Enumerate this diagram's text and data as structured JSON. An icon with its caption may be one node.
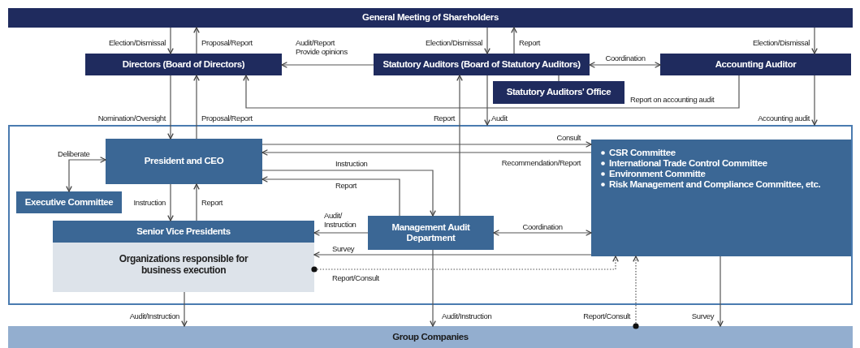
{
  "diagram": {
    "nodes": [
      {
        "text": [
          "General Meeting of Shareholders"
        ]
      },
      {
        "text": [
          "Directors (Board of Directors)"
        ]
      },
      {
        "text": [
          "Statutory Auditors (Board of Statutory Auditors)"
        ]
      },
      {
        "text": [
          "Statutory Auditors' Office"
        ]
      },
      {
        "text": [
          "Accounting Auditor"
        ]
      },
      {
        "text": [],
        "shape": "box"
      },
      {
        "text": [
          "President and CEO"
        ],
        "in": 5
      },
      {
        "text": [
          "Executive Committee"
        ],
        "in": 5
      },
      {
        "text": [
          "Senior Vice Presidents",
          "Organizations responsible for business execution"
        ],
        "in": 5
      },
      {
        "text": [
          "Management Audit Department"
        ],
        "in": 5
      },
      {
        "text": [
          "CSR Committee",
          "International Trade Control Committee",
          "Environment Committe",
          "Risk Management and Compliance Committee, etc."
        ],
        "in": 5
      },
      {
        "text": [
          "Group Companies"
        ]
      }
    ],
    "edges": [
      {
        "from": 0,
        "to": 1,
        "arrow": "to",
        "label": "Election/Dismissal"
      },
      {
        "from": 1,
        "to": 0,
        "arrow": "to",
        "label": "Proposal/Report"
      },
      {
        "from": 2,
        "to": 1,
        "arrow": "to",
        "label": "Audit/Report Provide opinions"
      },
      {
        "from": 0,
        "to": 2,
        "arrow": "to",
        "label": "Election/Dismissal"
      },
      {
        "from": 2,
        "to": 0,
        "arrow": "to",
        "label": "Report"
      },
      {
        "from": 2,
        "to": 4,
        "arrow": "both",
        "label": "Coordination"
      },
      {
        "from": 0,
        "to": 4,
        "arrow": "to",
        "label": "Election/Dismissal"
      },
      {
        "from": 2,
        "to": 3,
        "arrow": "none"
      },
      {
        "from": 4,
        "to": 1,
        "arrow": "to",
        "label": "Report on accounting audit"
      },
      {
        "from": 1,
        "to": 6,
        "arrow": "to",
        "label": "Nomination/Oversight"
      },
      {
        "from": 6,
        "to": 1,
        "arrow": "to",
        "label": "Proposal/Report"
      },
      {
        "from": 9,
        "to": 2,
        "arrow": "to",
        "label": "Report"
      },
      {
        "from": 2,
        "to": 5,
        "arrow": "to",
        "label": "Audit"
      },
      {
        "from": 4,
        "to": 5,
        "arrow": "to",
        "label": "Accounting audit"
      },
      {
        "from": 6,
        "to": 10,
        "arrow": "to",
        "label": "Consult"
      },
      {
        "from": 10,
        "to": 6,
        "arrow": "to",
        "label": "Recommendation/Report"
      },
      {
        "from": 6,
        "to": 9,
        "arrow": "to",
        "label": "Instruction"
      },
      {
        "from": 9,
        "to": 6,
        "arrow": "to",
        "label": "Report"
      },
      {
        "from": 6,
        "to": 7,
        "arrow": "both",
        "label": "Deliberate"
      },
      {
        "from": 6,
        "to": 8,
        "arrow": "to",
        "label": "Instruction"
      },
      {
        "from": 8,
        "to": 6,
        "arrow": "to",
        "label": "Report"
      },
      {
        "from": 9,
        "to": 8,
        "arrow": "to",
        "label": "Audit/ Instruction"
      },
      {
        "from": 10,
        "to": 8,
        "arrow": "to",
        "label": "Survey"
      },
      {
        "from": 9,
        "to": 10,
        "arrow": "both",
        "label": "Coordination"
      },
      {
        "from": 8,
        "to": 10,
        "arrow": "to",
        "label": "Report/Consult",
        "style": "dashed"
      },
      {
        "from": 11,
        "to": 10,
        "arrow": "to",
        "label": "Report/Consult",
        "style": "dashed"
      },
      {
        "from": 8,
        "to": 11,
        "arrow": "to",
        "label": "Audit/Instruction"
      },
      {
        "from": 9,
        "to": 11,
        "arrow": "to",
        "label": "Audit/Instruction"
      },
      {
        "from": 10,
        "to": 11,
        "arrow": "to",
        "label": "Survey"
      }
    ]
  }
}
